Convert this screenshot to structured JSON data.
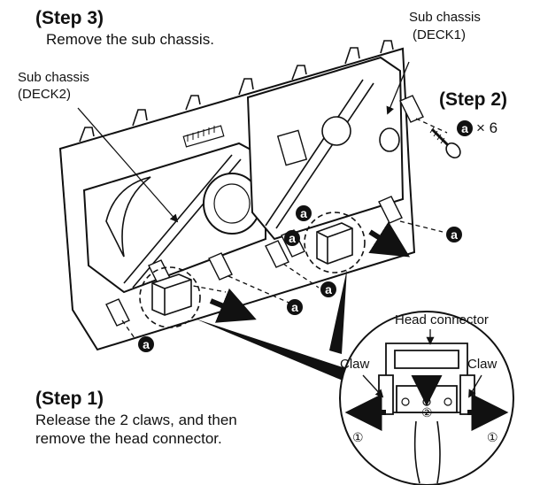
{
  "step3": {
    "title": "(Step 3)",
    "text": "Remove the sub chassis."
  },
  "deck1": {
    "line1": "Sub chassis",
    "line2": "(DECK1)"
  },
  "deck2": {
    "line1": "Sub chassis",
    "line2": "(DECK2)"
  },
  "step2": {
    "title": "(Step 2)",
    "count": "× 6"
  },
  "screw_marker": "a",
  "step1": {
    "title": "(Step 1)",
    "line1": "Release the 2 claws, and then",
    "line2": "remove the head connector."
  },
  "detail": {
    "head_connector": "Head connector",
    "claw_left": "Claw",
    "claw_right": "Claw",
    "release_marker": "①",
    "remove_marker": "②"
  },
  "colors": {
    "ink": "#111111",
    "background": "#ffffff"
  }
}
